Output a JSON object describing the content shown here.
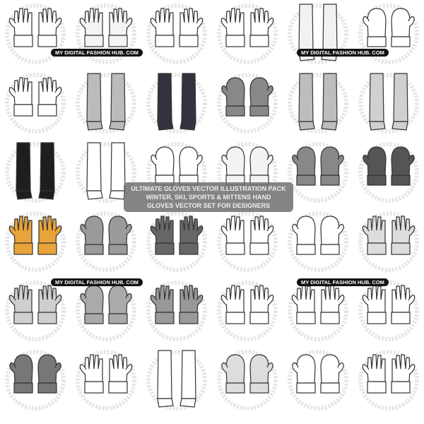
{
  "brand_label": "MY DIGITAL FASHION HUB. COM",
  "banner": {
    "line1": "ULTIMATE GLOVES VECTOR ILLUSTRATION PACK",
    "line2": "WINTER, SKI, SPORTS & MITTENS HAND",
    "line3": "GLOVES VECTOR SET FOR DESIGNERS"
  },
  "colors": {
    "outline": "#333333",
    "watermark": "#e6e6e6",
    "banner": "#6e6e6e",
    "label_bg": "#111111"
  },
  "items": [
    {
      "kind": "glove",
      "fill": "#ffffff"
    },
    {
      "kind": "glove",
      "fill": "#f4f4f4"
    },
    {
      "kind": "glove",
      "fill": "#ffffff"
    },
    {
      "kind": "glove",
      "fill": "#ffffff"
    },
    {
      "kind": "sleeve",
      "fill": "#f2f2f2"
    },
    {
      "kind": "mitten",
      "fill": "#ffffff"
    },
    {
      "kind": "glove",
      "fill": "#ffffff"
    },
    {
      "kind": "sleeve",
      "fill": "#bbbbbb"
    },
    {
      "kind": "sleeve",
      "fill": "#333340"
    },
    {
      "kind": "mitten",
      "fill": "#888888"
    },
    {
      "kind": "sleeve",
      "fill": "#bdbdbd"
    },
    {
      "kind": "sleeve",
      "fill": "#d0d0d0"
    },
    {
      "kind": "sleeve",
      "fill": "#1e1e1e"
    },
    {
      "kind": "sleeve",
      "fill": "#ffffff"
    },
    {
      "kind": "mitten",
      "fill": "#ffffff"
    },
    {
      "kind": "mitten",
      "fill": "#f3f3f3"
    },
    {
      "kind": "mitten",
      "fill": "#888888"
    },
    {
      "kind": "mitten",
      "fill": "#555555"
    },
    {
      "kind": "glove",
      "fill": "#e8a33a"
    },
    {
      "kind": "mitten",
      "fill": "#9a9a9a"
    },
    {
      "kind": "glove",
      "fill": "#666666"
    },
    {
      "kind": "glove",
      "fill": "#ffffff"
    },
    {
      "kind": "mitten",
      "fill": "#ffffff"
    },
    {
      "kind": "glove",
      "fill": "#dddddd"
    },
    {
      "kind": "glove",
      "fill": "#cfcfcf"
    },
    {
      "kind": "mitten",
      "fill": "#aaaaaa"
    },
    {
      "kind": "glove",
      "fill": "#999999"
    },
    {
      "kind": "glove",
      "fill": "#ffffff"
    },
    {
      "kind": "glove",
      "fill": "#ffffff"
    },
    {
      "kind": "glove",
      "fill": "#ffffff"
    },
    {
      "kind": "mitten",
      "fill": "#777777"
    },
    {
      "kind": "glove",
      "fill": "#ffffff"
    },
    {
      "kind": "sleeve",
      "fill": "#ffffff"
    },
    {
      "kind": "mitten",
      "fill": "#dddddd"
    },
    {
      "kind": "mitten",
      "fill": "#ffffff"
    },
    {
      "kind": "glove",
      "fill": "#ffffff"
    }
  ]
}
